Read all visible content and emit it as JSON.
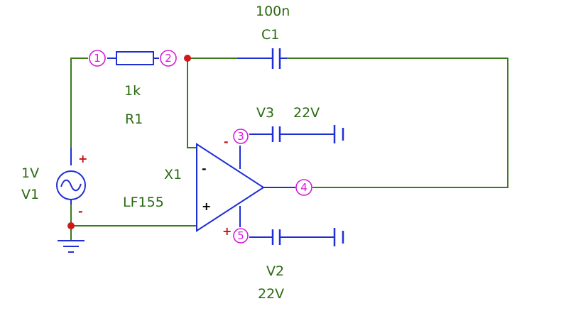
{
  "colors": {
    "wire": "#3a7a1c",
    "component": "#1f2fd6",
    "node_label": "#d81bd8",
    "junction": "#d01818",
    "text": "#2a6a10"
  },
  "components": {
    "c1": {
      "value": "100n",
      "name": "C1"
    },
    "r1": {
      "value": "1k",
      "name": "R1"
    },
    "v3": {
      "name": "V3",
      "value": "22V"
    },
    "v1": {
      "value": "1V",
      "name": "V1"
    },
    "x1": {
      "name": "X1",
      "model": "LF155"
    },
    "v2": {
      "name": "V2",
      "value": "22V"
    }
  },
  "nodes": {
    "n1": "1",
    "n2": "2",
    "n3": "3",
    "n4": "4",
    "n5": "5"
  },
  "signs": {
    "plus": "+",
    "minus": "-"
  },
  "icons": [
    "ac-source-icon",
    "ground-icon",
    "op-amp-icon",
    "capacitor-icon",
    "resistor-icon",
    "battery-icon"
  ]
}
